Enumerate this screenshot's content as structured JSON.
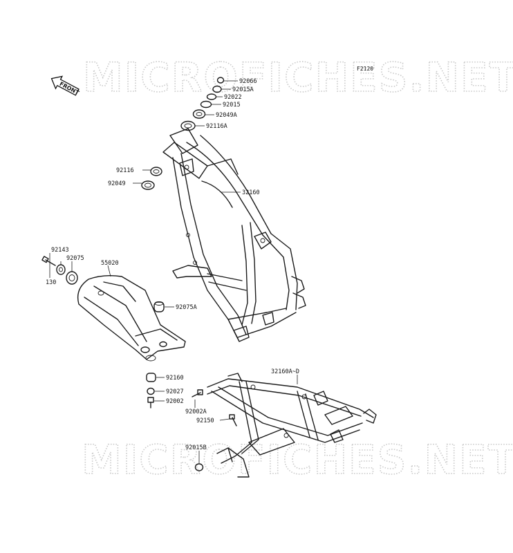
{
  "diagram": {
    "code": "F2120",
    "watermarks": [
      "MICROFICHES.NET",
      "MICROFICHES.NET"
    ],
    "front_label": "FRONT",
    "parts": [
      {
        "id": "92066"
      },
      {
        "id": "92015A"
      },
      {
        "id": "92022"
      },
      {
        "id": "92015"
      },
      {
        "id": "92049A"
      },
      {
        "id": "92116A"
      },
      {
        "id": "92116"
      },
      {
        "id": "92049"
      },
      {
        "id": "32160"
      },
      {
        "id": "92143"
      },
      {
        "id": "92075"
      },
      {
        "id": "55020"
      },
      {
        "id": "130"
      },
      {
        "id": "92075A"
      },
      {
        "id": "92160"
      },
      {
        "id": "92027"
      },
      {
        "id": "92002"
      },
      {
        "id": "32160A~D"
      },
      {
        "id": "92002A"
      },
      {
        "id": "92150"
      },
      {
        "id": "92015B"
      }
    ]
  }
}
